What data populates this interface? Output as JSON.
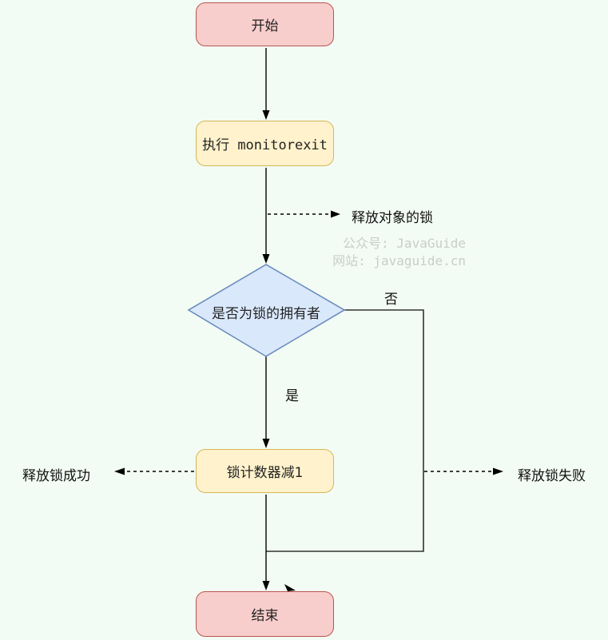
{
  "diagram": {
    "title_hint": "monitorexit lock release flowchart",
    "background_color": "#f3fcf4",
    "line_color": "#000000",
    "nodes": [
      {
        "id": "start",
        "type": "terminator",
        "label": "开始",
        "fill": "#f8cecc",
        "stroke": "#b85450"
      },
      {
        "id": "exec",
        "type": "process",
        "label": "执行 monitorexit",
        "fill": "#fff2cc",
        "stroke": "#d6b656"
      },
      {
        "id": "owner-check",
        "type": "decision",
        "label": "是否为锁的拥有者",
        "fill": "#dae8fc",
        "stroke": "#6c8ebf"
      },
      {
        "id": "counter",
        "type": "process",
        "label": "锁计数器减1",
        "fill": "#fff2cc",
        "stroke": "#d6b656"
      },
      {
        "id": "end",
        "type": "terminator",
        "label": "结束",
        "fill": "#f8cecc",
        "stroke": "#b85450"
      }
    ],
    "edge_labels": {
      "yes": "是",
      "no": "否"
    },
    "annotations": {
      "release_object_lock": "释放对象的锁",
      "release_success": "释放锁成功",
      "release_fail": "释放锁失败"
    },
    "watermark": {
      "line1": "公众号: JavaGuide",
      "line2": "网站: javaguide.cn",
      "color": "#c9cdc9"
    }
  }
}
